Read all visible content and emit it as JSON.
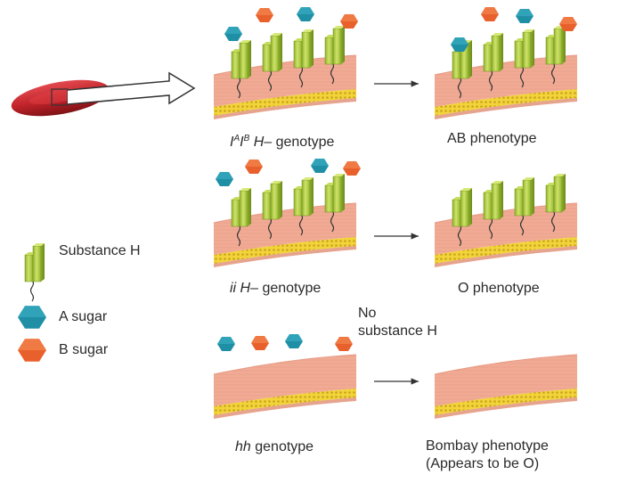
{
  "row1": {
    "genotype": {
      "sym1": "I",
      "sup1": "A",
      "sym2": "I",
      "sup2": "B",
      "italic": "H",
      "rest": "– genotype"
    },
    "phenotype": "AB phenotype"
  },
  "row2": {
    "genotype": {
      "italic": "ii H",
      "rest": "– genotype"
    },
    "phenotype": "O phenotype"
  },
  "row3": {
    "no_substance_line1": "No",
    "no_substance_line2": "substance H",
    "genotype": {
      "italic": "hh",
      "rest": " genotype"
    },
    "phenotype_line1": "Bombay phenotype",
    "phenotype_line2": "(Appears to be O)"
  },
  "legend": {
    "substance_h": "Substance H",
    "a_sugar": "A sugar",
    "b_sugar": "B sugar"
  },
  "colors": {
    "a_sugar": "#1f8fa6",
    "b_sugar": "#e8612c",
    "substance_h": "#a8c83a",
    "membrane": "#f1ab95",
    "lipid_layer": "#f2d43a",
    "red_cell": "#c2242b"
  }
}
